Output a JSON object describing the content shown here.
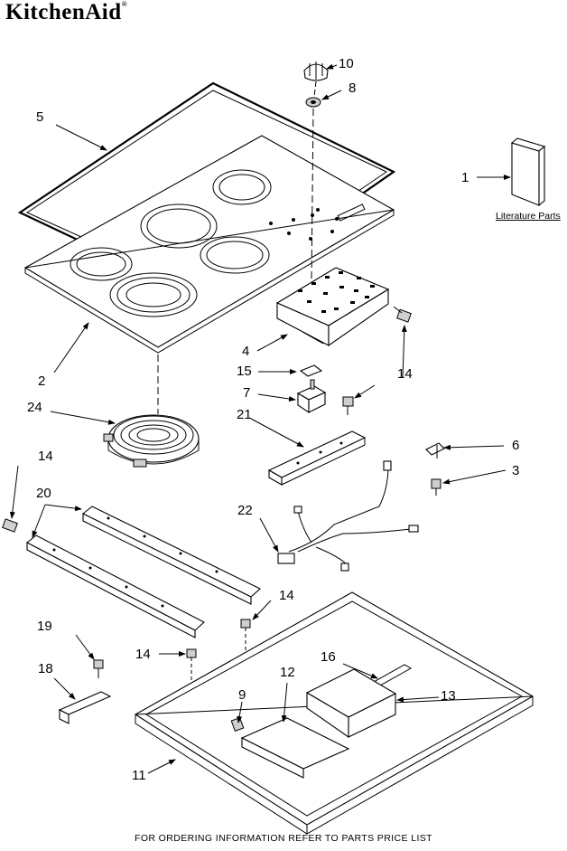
{
  "brand": {
    "logo_text": "KitchenAid",
    "trademark": "®"
  },
  "literature": {
    "label": "Literature Parts"
  },
  "footer": {
    "text": "FOR ORDERING INFORMATION REFER TO PARTS PRICE LIST"
  },
  "callouts": [
    {
      "id": "c10",
      "text": "10"
    },
    {
      "id": "c8",
      "text": "8"
    },
    {
      "id": "c5",
      "text": "5"
    },
    {
      "id": "c1",
      "text": "1"
    },
    {
      "id": "c2",
      "text": "2"
    },
    {
      "id": "c4",
      "text": "4"
    },
    {
      "id": "c15",
      "text": "15"
    },
    {
      "id": "c7",
      "text": "7"
    },
    {
      "id": "c14a",
      "text": "14"
    },
    {
      "id": "c24",
      "text": "24"
    },
    {
      "id": "c21",
      "text": "21"
    },
    {
      "id": "c6",
      "text": "6"
    },
    {
      "id": "c3",
      "text": "3"
    },
    {
      "id": "c14b",
      "text": "14"
    },
    {
      "id": "c20",
      "text": "20"
    },
    {
      "id": "c22",
      "text": "22"
    },
    {
      "id": "c14c",
      "text": "14"
    },
    {
      "id": "c19",
      "text": "19"
    },
    {
      "id": "c14d",
      "text": "14"
    },
    {
      "id": "c16",
      "text": "16"
    },
    {
      "id": "c18",
      "text": "18"
    },
    {
      "id": "c12",
      "text": "12"
    },
    {
      "id": "c9",
      "text": "9"
    },
    {
      "id": "c13",
      "text": "13"
    },
    {
      "id": "c11",
      "text": "11"
    }
  ]
}
